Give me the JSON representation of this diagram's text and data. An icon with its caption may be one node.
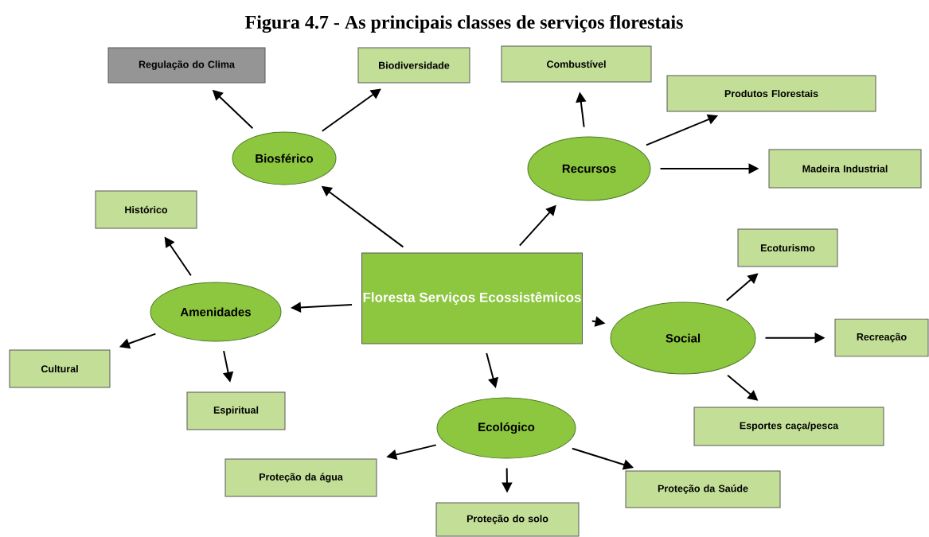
{
  "diagram": {
    "title": "Figura 4.7 - As principais classes de serviços florestais",
    "nodes": [
      {
        "text": [
          "Floresta Serviços Ecossistêmicos"
        ]
      },
      {
        "text": [
          "Biosférico"
        ]
      },
      {
        "text": [
          "Regulação do Clima"
        ]
      },
      {
        "text": [
          "Biodiversidade"
        ]
      },
      {
        "text": [
          "Recursos"
        ]
      },
      {
        "text": [
          "Combustível"
        ]
      },
      {
        "text": [
          "Produtos Florestais"
        ]
      },
      {
        "text": [
          "Madeira Industrial"
        ]
      },
      {
        "text": [
          "Amenidades"
        ]
      },
      {
        "text": [
          "Histórico"
        ]
      },
      {
        "text": [
          "Cultural"
        ]
      },
      {
        "text": [
          "Espiritual"
        ]
      },
      {
        "text": [
          "Social"
        ]
      },
      {
        "text": [
          "Ecoturismo"
        ]
      },
      {
        "text": [
          "Recreação"
        ]
      },
      {
        "text": [
          "Esportes caça/pesca"
        ]
      },
      {
        "text": [
          "Ecológico"
        ]
      },
      {
        "text": [
          "Proteção da água"
        ]
      },
      {
        "text": [
          "Proteção do solo"
        ]
      },
      {
        "text": [
          "Proteção da Saúde"
        ]
      }
    ],
    "edges": [
      {
        "from": 0,
        "to": 1,
        "arrow": "to"
      },
      {
        "from": 0,
        "to": 4,
        "arrow": "to"
      },
      {
        "from": 0,
        "to": 8,
        "arrow": "to"
      },
      {
        "from": 0,
        "to": 12,
        "arrow": "to"
      },
      {
        "from": 0,
        "to": 16,
        "arrow": "to"
      },
      {
        "from": 1,
        "to": 2,
        "arrow": "to"
      },
      {
        "from": 1,
        "to": 3,
        "arrow": "to"
      },
      {
        "from": 4,
        "to": 5,
        "arrow": "to"
      },
      {
        "from": 4,
        "to": 6,
        "arrow": "to"
      },
      {
        "from": 4,
        "to": 7,
        "arrow": "to"
      },
      {
        "from": 8,
        "to": 9,
        "arrow": "to"
      },
      {
        "from": 8,
        "to": 10,
        "arrow": "to"
      },
      {
        "from": 8,
        "to": 11,
        "arrow": "to"
      },
      {
        "from": 12,
        "to": 13,
        "arrow": "to"
      },
      {
        "from": 12,
        "to": 14,
        "arrow": "to"
      },
      {
        "from": 12,
        "to": 15,
        "arrow": "to"
      },
      {
        "from": 16,
        "to": 17,
        "arrow": "to"
      },
      {
        "from": 16,
        "to": 18,
        "arrow": "to"
      },
      {
        "from": 16,
        "to": 19,
        "arrow": "to"
      }
    ]
  }
}
